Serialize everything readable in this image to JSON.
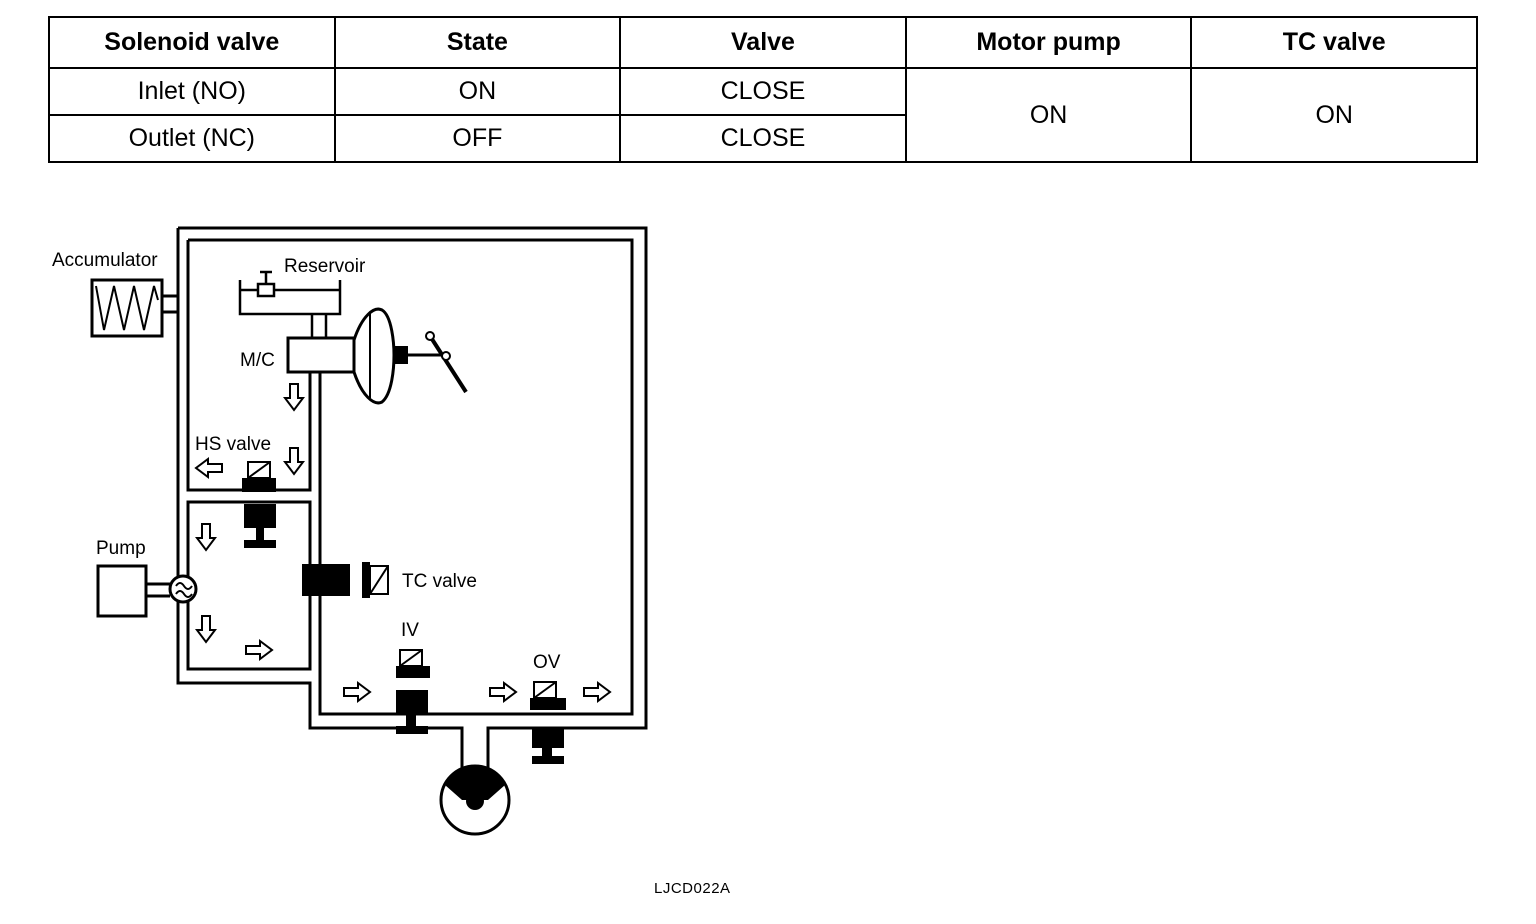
{
  "table": {
    "headers": [
      "Solenoid valve",
      "State",
      "Valve",
      "Motor pump",
      "TC valve"
    ],
    "rows": [
      {
        "solenoid": "Inlet (NO)",
        "state": "ON",
        "valve": "CLOSE"
      },
      {
        "solenoid": "Outlet (NC)",
        "state": "OFF",
        "valve": "CLOSE"
      }
    ],
    "motor_pump": "ON",
    "tc_valve": "ON"
  },
  "diagram": {
    "labels": {
      "accumulator": "Accumulator",
      "reservoir": "Reservoir",
      "mc": "M/C",
      "hs_valve": "HS valve",
      "pump": "Pump",
      "tc_valve": "TC valve",
      "iv": "IV",
      "ov": "OV"
    }
  },
  "figure_code": "LJCD022A"
}
